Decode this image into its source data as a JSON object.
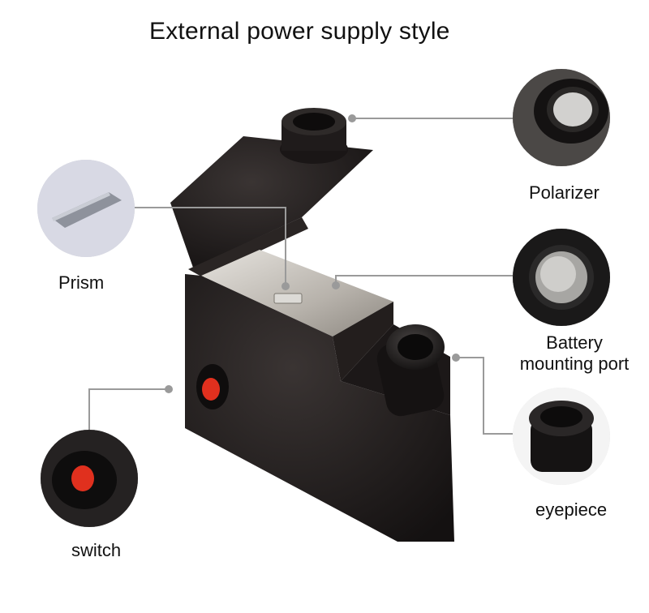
{
  "title": "External power supply style",
  "labels": {
    "prism": "Prism",
    "polarizer": "Polarizer",
    "battery_line1": "Battery",
    "battery_line2": "mounting port",
    "eyepiece": "eyepiece",
    "switch": "switch"
  },
  "colors": {
    "leader_line": "#9a9a9a",
    "body": "#1e1a19",
    "steel": "#b8b4ae",
    "switch_red": "#e0301e"
  }
}
